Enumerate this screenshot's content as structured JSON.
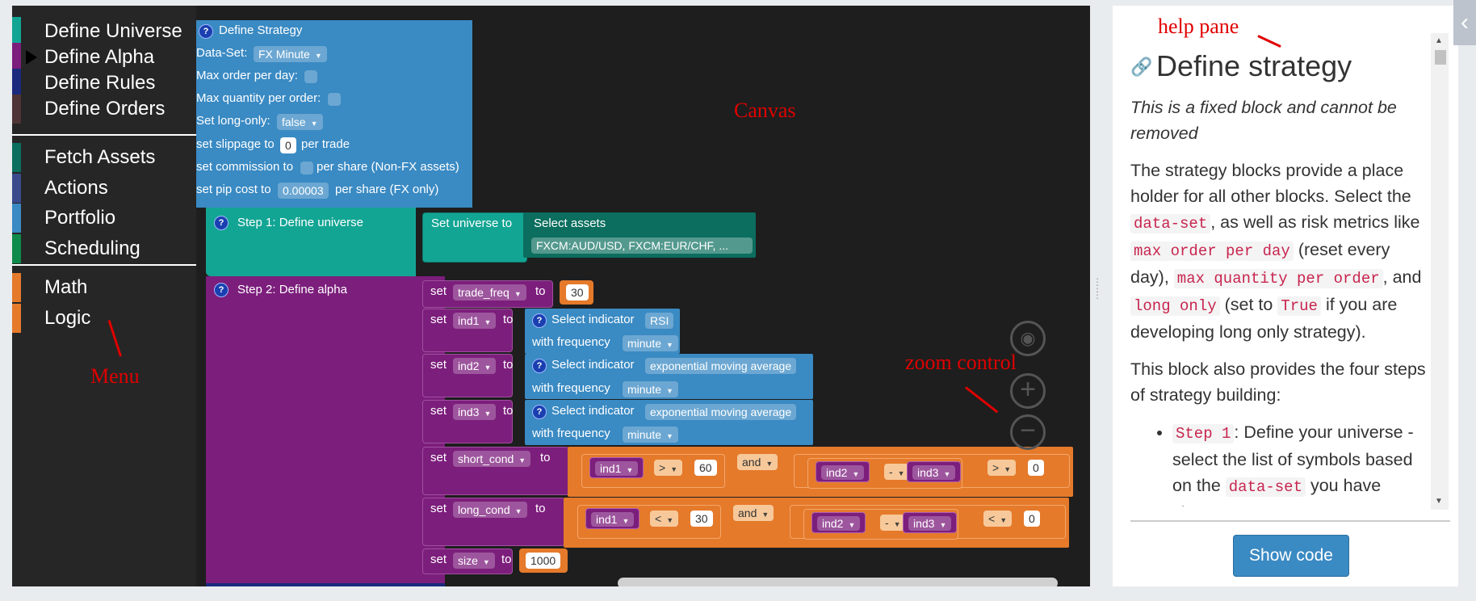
{
  "menu": {
    "items": [
      {
        "label": "Define Universe",
        "color": "#13a594"
      },
      {
        "label": "Define Alpha",
        "color": "#7c1e7c"
      },
      {
        "label": "Define Rules",
        "color": "#1b2a7d"
      },
      {
        "label": "Define Orders",
        "color": "#4e3434"
      },
      {
        "label": "Fetch Assets",
        "color": "#0b6e5e"
      },
      {
        "label": "Actions",
        "color": "#3a4a8c"
      },
      {
        "label": "Portfolio",
        "color": "#3a8ac3"
      },
      {
        "label": "Scheduling",
        "color": "#0e8a4a"
      },
      {
        "label": "Math",
        "color": "#e57a2b"
      },
      {
        "label": "Logic",
        "color": "#e57a2b"
      }
    ]
  },
  "annotations": {
    "menu": "Menu",
    "canvas": "Canvas",
    "zoom": "zoom control",
    "help": "help pane"
  },
  "strategy": {
    "title": "Define Strategy",
    "dataset_label": "Data-Set:",
    "dataset_value": "FX Minute",
    "max_order_label": "Max order per day:",
    "max_qty_label": "Max quantity per order:",
    "long_only_label": "Set long-only:",
    "long_only_value": "false",
    "slippage_pre": "set slippage to",
    "slippage_value": "0",
    "slippage_post": "per trade",
    "commission_pre": "set commission to",
    "commission_post": "per share (Non-FX assets)",
    "pip_pre": "set pip cost to",
    "pip_value": "0.00003",
    "pip_post": "per share (FX only)"
  },
  "step1": {
    "label": "Step 1: Define universe",
    "set_universe": "Set universe to",
    "select_assets": "Select assets",
    "assets_value": "FXCM:AUD/USD, FXCM:EUR/CHF, ..."
  },
  "step2": {
    "label": "Step 2: Define alpha",
    "set": "set",
    "to": "to",
    "trade_freq_var": "trade_freq",
    "trade_freq_val": "30",
    "ind1_var": "ind1",
    "ind2_var": "ind2",
    "ind3_var": "ind3",
    "select_indicator": "Select indicator",
    "with_frequency": "with frequency",
    "freq_value": "minute",
    "ind1_name": "RSI",
    "ind2_name": "exponential moving average",
    "ind3_name": "exponential moving average",
    "short_cond_var": "short_cond",
    "long_cond_var": "long_cond",
    "size_var": "size",
    "size_val": "1000",
    "and": "and",
    "gt": ">",
    "lt": "<",
    "minus": "-",
    "short_val1": "60",
    "short_val2": "0",
    "long_val1": "30",
    "long_val2": "0"
  },
  "help": {
    "title": "Define strategy",
    "intro": "This is a fixed block and cannot be removed",
    "p1_a": "The strategy blocks provide a place holder for all other blocks. Select the",
    "code_dataset": "data-set",
    "p1_b": ", as well as risk metrics like",
    "code_maxorder": "max order per day",
    "p1_c": "(reset every day),",
    "code_maxqty": "max quantity per order",
    "p1_d": ", and",
    "code_longonly": "long only",
    "p1_e": "(set to",
    "code_true": "True",
    "p1_f": "if you are developing long only strategy).",
    "p2": "This block also provides the four steps of strategy building:",
    "code_step1": "Step 1",
    "li1_a": ": Define your universe - select the list of symbols based on the",
    "code_dataset2": "data-set",
    "li1_b": "you have chose",
    "show_code": "Show code"
  }
}
